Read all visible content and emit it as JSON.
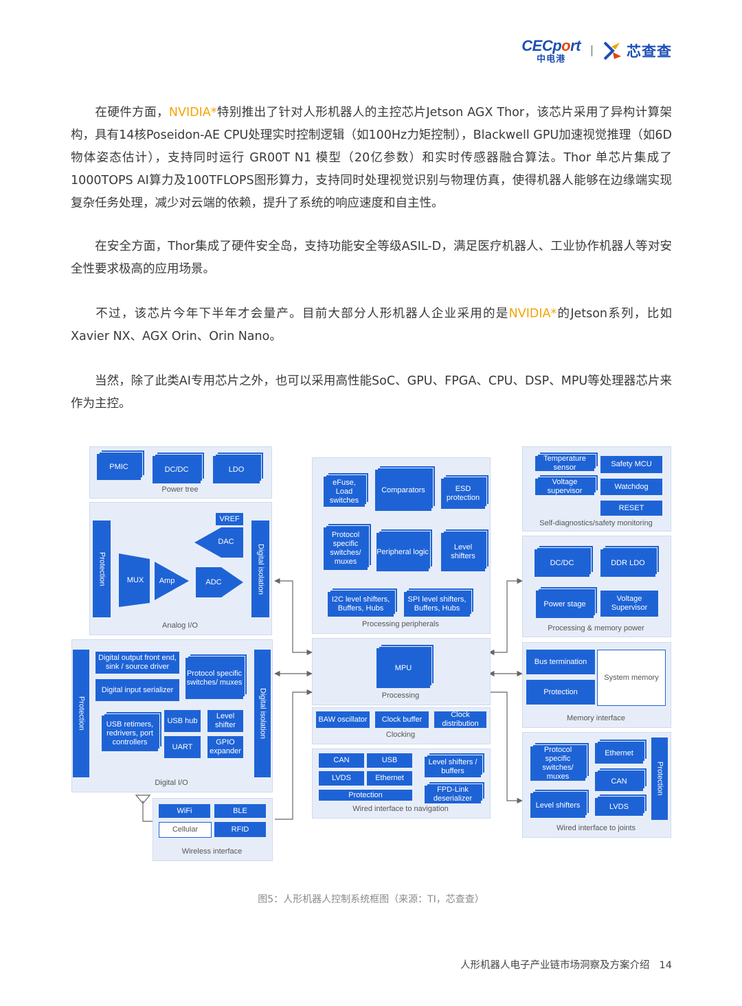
{
  "header": {
    "cecport_en_a": "CECp",
    "cecport_en_o": "o",
    "cecport_en_b": "rt",
    "cecport_cn": "中电港",
    "xinchacha": "芯查查"
  },
  "paragraphs": {
    "p1_a": "在硬件方面，",
    "p1_nvidia": "NVIDIA*",
    "p1_b": "特别推出了针对人形机器人的主控芯片Jetson  AGX  Thor，该芯片采用了异构计算架构，具有14核Poseidon-AE CPU处理实时控制逻辑（如100Hz力矩控制），Blackwell GPU加速视觉推理（如6D物体姿态估计），支持同时运行 GR00T  N1 模型（20亿参数）和实时传感器融合算法。Thor 单芯片集成了1000TOPS  AI算力及100TFLOPS图形算力，支持同时处理视觉识别与物理仿真，使得机器人能够在边缘端实现复杂任务处理，减少对云端的依赖，提升了系统的响应速度和自主性。",
    "p2": "在安全方面，Thor集成了硬件安全岛，支持功能安全等级ASIL-D，满足医疗机器人、工业协作机器人等对安全性要求极高的应用场景。",
    "p3_a": "不过，该芯片今年下半年才会量产。目前大部分人形机器人企业采用的是",
    "p3_nvidia": "NVIDIA*",
    "p3_b": "的Jetson系列，比如Xavier NX、AGX Orin、Orin Nano。",
    "p4": "当然，除了此类AI专用芯片之外，也可以采用高性能SoC、GPU、FPGA、CPU、DSP、MPU等处理器芯片来作为主控。"
  },
  "diagram": {
    "power_tree": {
      "caption": "Power tree",
      "items": [
        "PMIC",
        "DC/DC",
        "LDO"
      ]
    },
    "analog_io": {
      "caption": "Analog I/O",
      "protection": "Protection",
      "isolation": "Digital isolation",
      "vref": "VREF",
      "dac": "DAC",
      "mux": "MUX",
      "amp": "Amp",
      "adc": "ADC"
    },
    "digital_io": {
      "caption": "Digital I/O",
      "protection": "Protection",
      "isolation": "Digital isolation",
      "out_driver": "Digital output front end, sink / source driver",
      "serializer": "Digital input serializer",
      "protocol": "Protocol specific switches/ muxes",
      "usb_ret": "USB retimers, redrivers, port controllers",
      "usb_hub": "USB hub",
      "level": "Level shifter",
      "uart": "UART",
      "gpio": "GPIO expander"
    },
    "wireless": {
      "caption": "Wireless interface",
      "wifi": "WiFi",
      "ble": "BLE",
      "cellular": "Cellular",
      "rfid": "RFID"
    },
    "periph": {
      "caption": "Processing peripherals",
      "efuse": "eFuse, Load switches",
      "comparators": "Comparators",
      "esd": "ESD protection",
      "protocol": "Protocol specific switches/ muxes",
      "peripheral": "Peripheral logic",
      "level": "Level shifters",
      "i2c": "I2C level shifters, Buffers, Hubs",
      "spi": "SPI level shifters, Buffers, Hubs"
    },
    "processing": {
      "caption": "Processing",
      "mpu": "MPU"
    },
    "clocking": {
      "caption": "Clocking",
      "baw": "BAW oscillator",
      "buffer": "Clock buffer",
      "dist": "Clock distribution"
    },
    "nav": {
      "caption": "Wired interface to navigation",
      "can": "CAN",
      "usb": "USB",
      "lvds": "LVDS",
      "ethernet": "Ethernet",
      "protection": "Protection",
      "level": "Level shifters / buffers",
      "fpd": "FPD-Link deserializer"
    },
    "safety": {
      "caption": "Self-diagnostics/safety monitoring",
      "temp": "Temperature sensor",
      "voltage": "Voltage supervisor",
      "mcu": "Safety MCU",
      "watchdog": "Watchdog",
      "reset": "RESET"
    },
    "power2": {
      "caption": "Processing & memory power",
      "dcdc": "DC/DC",
      "ddr": "DDR LDO",
      "stage": "Power stage",
      "supervisor": "Voltage Supervisor"
    },
    "memory": {
      "caption": "Memory interface",
      "bus": "Bus termination",
      "protection": "Protection",
      "sysmem": "System memory"
    },
    "joints": {
      "caption": "Wired interface to joints",
      "protocol": "Protocol specific switches/ muxes",
      "ethernet": "Ethernet",
      "can": "CAN",
      "level": "Level shifters",
      "lvds": "LVDS",
      "protection": "Protection"
    }
  },
  "figure_caption": "图5：人形机器人控制系统框图（来源：TI，芯查查）",
  "footer": {
    "title": "人形机器人电子产业链市场洞察及方案介绍",
    "page": "14"
  },
  "colors": {
    "accent": "#1e63d6",
    "nvidia": "#f5a300",
    "brand": "#1d4fb5"
  }
}
